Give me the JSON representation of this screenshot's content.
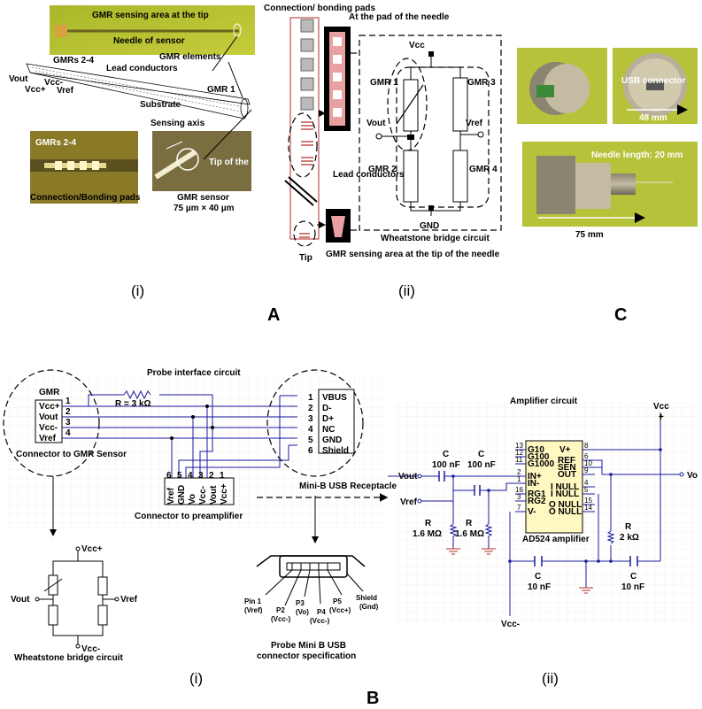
{
  "panel_A": {
    "letter": "A",
    "sub_i": "(i)",
    "sub_ii": "(ii)",
    "photo_top": {
      "caption": "GMR sensing area at the tip",
      "needle": "Needle of sensor"
    },
    "schematic": {
      "gmr_elements": "GMR elements",
      "gmrs_2_4": "GMRs 2-4",
      "lead_conductors": "Lead conductors",
      "vout": "Vout",
      "vcc_plus": "Vcc+",
      "vcc_minus": "Vcc-",
      "vref": "Vref",
      "substrate": "Substrate",
      "gmr1": "GMR 1",
      "sensing_axis": "Sensing axis"
    },
    "photo_left": {
      "gmrs": "GMRs 2-4",
      "pads": "Connection/Bonding pads"
    },
    "photo_right": {
      "tip": "Tip of the needle",
      "caption1": "GMR sensor",
      "caption2": "75 µm × 40 µm"
    },
    "layout": {
      "connection_pads": "Connection/ bonding pads",
      "at_pad": "At the pad of the needle",
      "lead_conductors": "Lead conductors",
      "tip": "Tip",
      "sensing_area": "GMR sensing area at the tip of the needle"
    },
    "bridge": {
      "vcc": "Vcc",
      "gnd": "GND",
      "vout": "Vout",
      "vref": "Vref",
      "gmr1": "GMR 1",
      "gmr2": "GMR 2",
      "gmr3": "GMR 3",
      "gmr4": "GMR 4",
      "caption": "Wheatstone bridge circuit"
    }
  },
  "panel_C": {
    "letter": "C",
    "usb": "USB connector",
    "dim48": "48 mm",
    "needle_len": "Needle length: 20 mm",
    "dim75": "75 mm"
  },
  "panel_B": {
    "letter": "B",
    "sub_i": "(i)",
    "sub_ii": "(ii)",
    "probe_title": "Probe interface circuit",
    "gmr": {
      "title": "GMR",
      "pins": [
        "Vcc+",
        "Vout",
        "Vcc-",
        "Vref"
      ],
      "caption": "Connector to GMR Sensor"
    },
    "resistor": "R = 3 kΩ",
    "usb": {
      "pins": [
        "VBUS",
        "D-",
        "D+",
        "NC",
        "GND",
        "Shield"
      ],
      "nums": [
        "1",
        "2",
        "3",
        "4",
        "5",
        "6"
      ],
      "caption": "Mini-B USB Receptacle"
    },
    "preamp": {
      "nums": [
        "6",
        "5",
        "4",
        "3",
        "2",
        "1"
      ],
      "pins": [
        "Vref",
        "GND",
        "Vo",
        "Vcc-",
        "Vout",
        "Vcc+"
      ],
      "caption": "Connector to preamplifier"
    },
    "bridge_small": {
      "vcc_plus": "Vcc+",
      "vout": "Vout",
      "vref": "Vref",
      "vcc_minus": "Vcc-",
      "caption": "Wheatstone bridge circuit"
    },
    "usb_spec": {
      "pins": [
        "Pin 1",
        "P2",
        "P3",
        "P4",
        "P5",
        "Shield"
      ],
      "sigs": [
        "(Vref)",
        "(Vcc-)",
        "(Vo)",
        "(Vcc-)",
        "(Vcc+)",
        "(Gnd)"
      ],
      "caption1": "Probe Mini B USB",
      "caption2": "connector specification"
    },
    "amp": {
      "title": "Amplifier circuit",
      "vcc": "Vcc",
      "vcc_minus": "Vcc-",
      "vout": "Vout",
      "vref": "Vref",
      "vo": "Vo",
      "c1": "C",
      "c1v": "100 nF",
      "c2": "C",
      "c2v": "100 nF",
      "r1": "R",
      "r1v": "1.6 MΩ",
      "r2": "R",
      "r2v": "1.6 MΩ",
      "r3": "R",
      "r3v": "2 kΩ",
      "c3": "C",
      "c3v": "10 nF",
      "c4": "C",
      "c4v": "10 nF",
      "chip": "AD524 amplifier",
      "left_nums": [
        "13",
        "12",
        "11",
        "2",
        "1",
        "16",
        "3",
        "7"
      ],
      "left_pins": [
        "G10",
        "G100",
        "G1000",
        "IN+",
        "IN-",
        "RG1",
        "RG2",
        "V-"
      ],
      "right_nums": [
        "8",
        "6",
        "10",
        "9",
        "4",
        "5",
        "15",
        "14"
      ],
      "right_pins": [
        "V+",
        "REF",
        "SEN",
        "OUT",
        "I NULL",
        "I NULL",
        "O NULL",
        "O NULL"
      ]
    }
  }
}
